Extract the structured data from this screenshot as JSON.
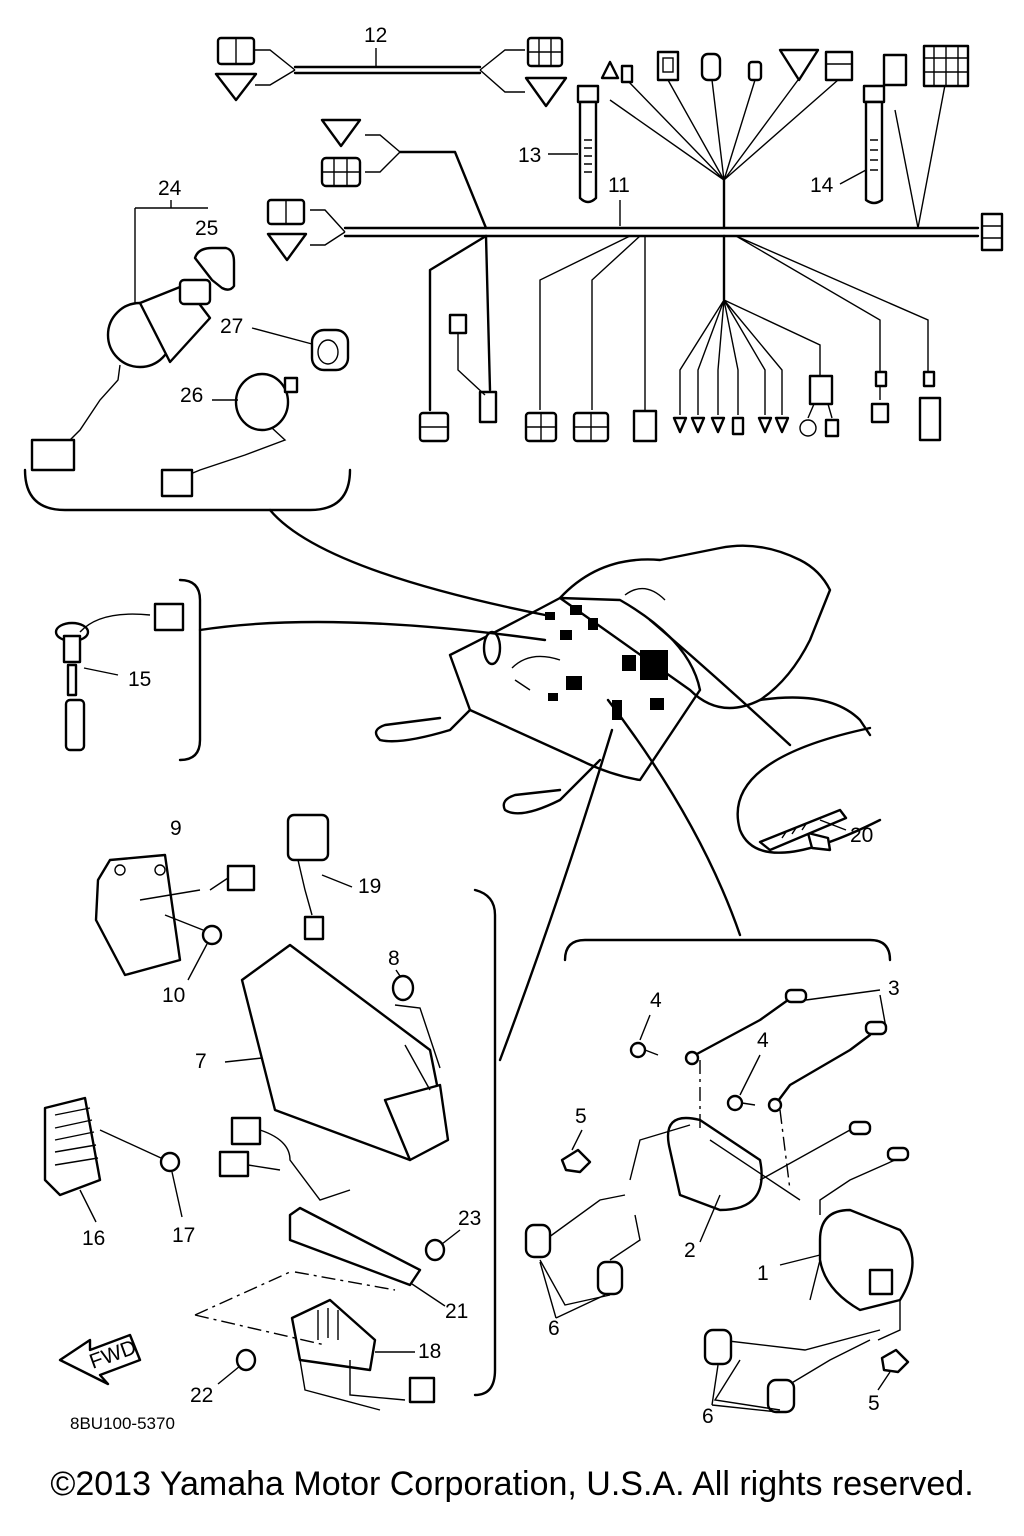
{
  "diagram": {
    "code": "8BU100-5370",
    "copyright": "©2013 Yamaha Motor Corporation, U.S.A. All rights reserved.",
    "fwd_label": "FWD"
  },
  "callouts": {
    "p1": "1",
    "p2": "2",
    "p3": "3",
    "p4a": "4",
    "p4b": "4",
    "p5a": "5",
    "p5b": "5",
    "p6a": "6",
    "p6b": "6",
    "p7": "7",
    "p8": "8",
    "p9": "9",
    "p10": "10",
    "p11": "11",
    "p12": "12",
    "p13": "13",
    "p14": "14",
    "p15": "15",
    "p16": "16",
    "p17": "17",
    "p18": "18",
    "p19": "19",
    "p20": "20",
    "p21": "21",
    "p22": "22",
    "p23": "23",
    "p24": "24",
    "p25": "25",
    "p26": "26",
    "p27": "27"
  },
  "colors": {
    "ink": "#000000",
    "paper": "#ffffff"
  }
}
